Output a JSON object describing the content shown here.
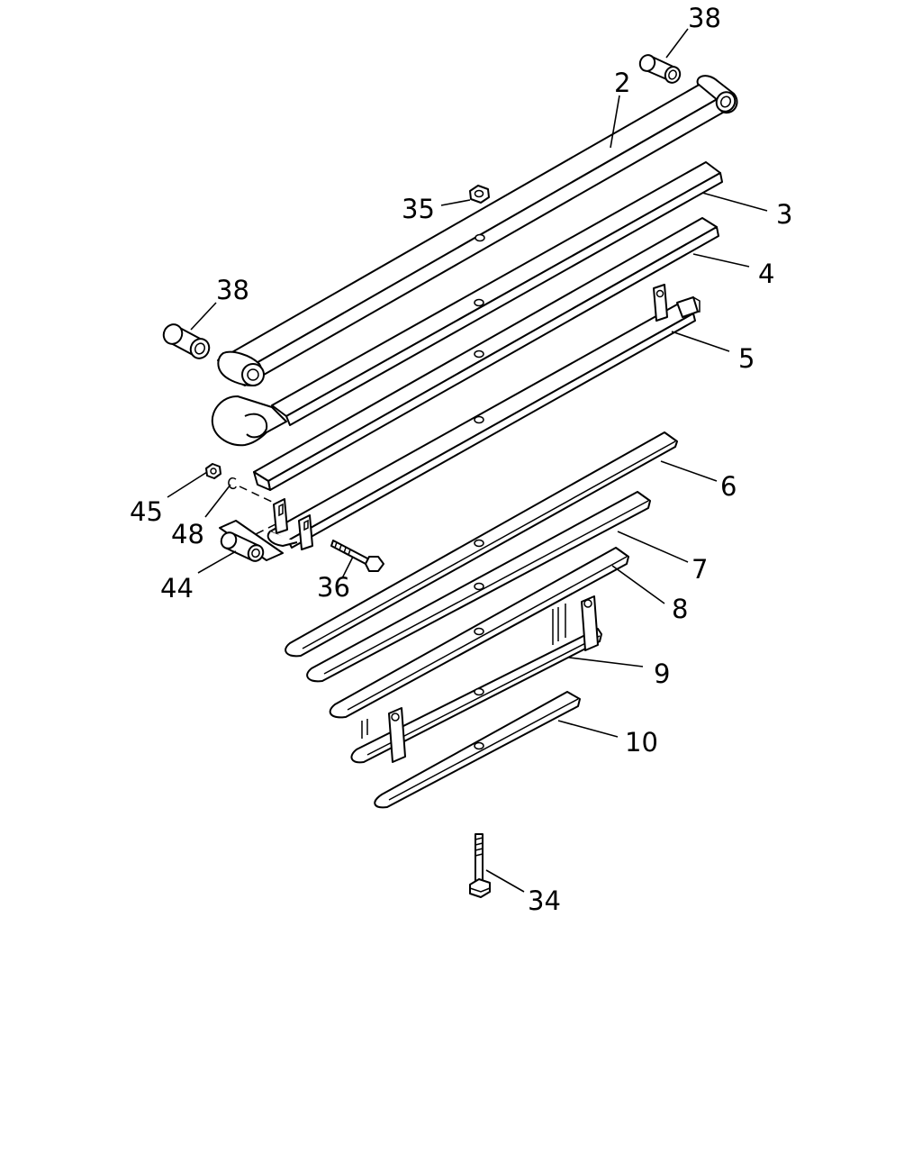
{
  "diagram": {
    "type": "exploded parts diagram",
    "colors": {
      "line": "#000000",
      "background": "#ffffff"
    },
    "callouts": [
      {
        "id": "38-top",
        "label": "38"
      },
      {
        "id": "2",
        "label": "2"
      },
      {
        "id": "35",
        "label": "35"
      },
      {
        "id": "3",
        "label": "3"
      },
      {
        "id": "4",
        "label": "4"
      },
      {
        "id": "38-left",
        "label": "38"
      },
      {
        "id": "5",
        "label": "5"
      },
      {
        "id": "6",
        "label": "6"
      },
      {
        "id": "45",
        "label": "45"
      },
      {
        "id": "48",
        "label": "48"
      },
      {
        "id": "7",
        "label": "7"
      },
      {
        "id": "44",
        "label": "44"
      },
      {
        "id": "36",
        "label": "36"
      },
      {
        "id": "8",
        "label": "8"
      },
      {
        "id": "9",
        "label": "9"
      },
      {
        "id": "10",
        "label": "10"
      },
      {
        "id": "34",
        "label": "34"
      }
    ]
  }
}
